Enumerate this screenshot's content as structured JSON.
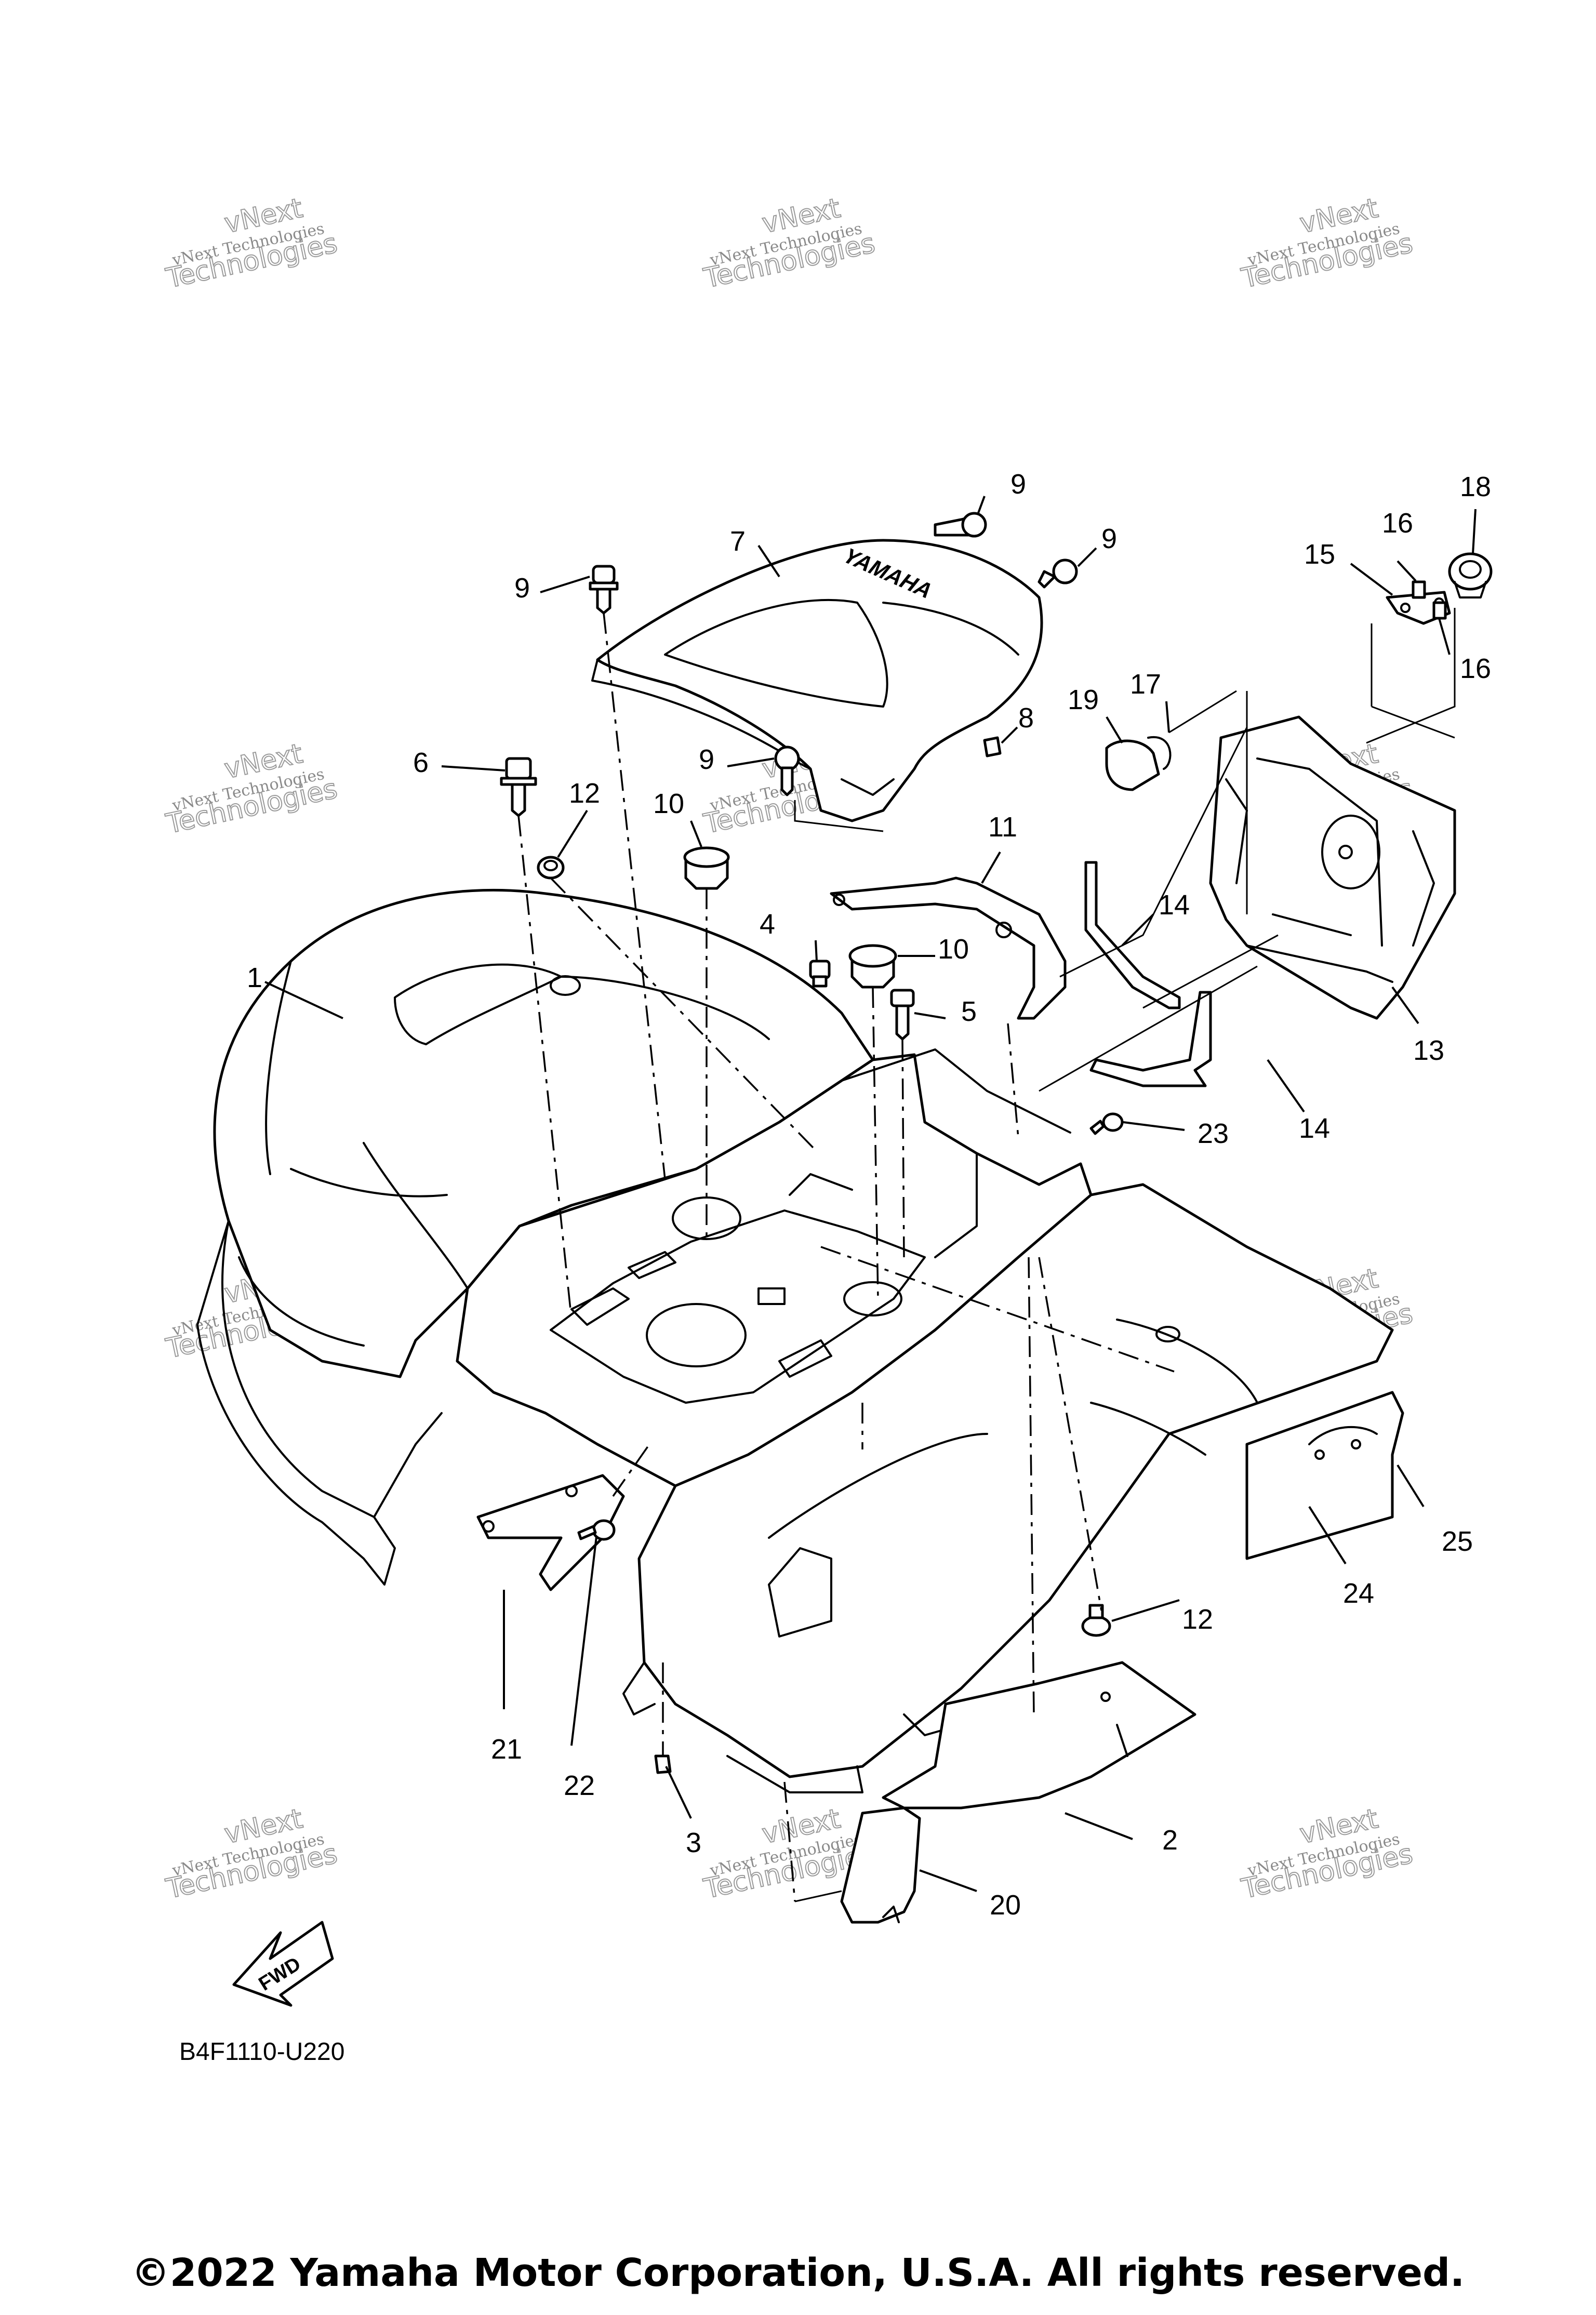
{
  "diagram": {
    "callouts": [
      {
        "id": "1",
        "text": "1"
      },
      {
        "id": "2",
        "text": "2"
      },
      {
        "id": "3",
        "text": "3"
      },
      {
        "id": "4",
        "text": "4"
      },
      {
        "id": "5",
        "text": "5"
      },
      {
        "id": "6",
        "text": "6"
      },
      {
        "id": "7",
        "text": "7"
      },
      {
        "id": "8",
        "text": "8"
      },
      {
        "id": "9a",
        "text": "9"
      },
      {
        "id": "9b",
        "text": "9"
      },
      {
        "id": "9c",
        "text": "9"
      },
      {
        "id": "9d",
        "text": "9"
      },
      {
        "id": "10a",
        "text": "10"
      },
      {
        "id": "10b",
        "text": "10"
      },
      {
        "id": "11",
        "text": "11"
      },
      {
        "id": "12a",
        "text": "12"
      },
      {
        "id": "12b",
        "text": "12"
      },
      {
        "id": "13",
        "text": "13"
      },
      {
        "id": "14a",
        "text": "14"
      },
      {
        "id": "14b",
        "text": "14"
      },
      {
        "id": "15",
        "text": "15"
      },
      {
        "id": "16a",
        "text": "16"
      },
      {
        "id": "16b",
        "text": "16"
      },
      {
        "id": "17",
        "text": "17"
      },
      {
        "id": "18",
        "text": "18"
      },
      {
        "id": "19",
        "text": "19"
      },
      {
        "id": "20",
        "text": "20"
      },
      {
        "id": "21",
        "text": "21"
      },
      {
        "id": "22",
        "text": "22"
      },
      {
        "id": "23",
        "text": "23"
      },
      {
        "id": "24",
        "text": "24"
      },
      {
        "id": "25",
        "text": "25"
      }
    ],
    "fwd_label": "FWD",
    "cover_logo": "YAMAHA",
    "diagram_code": "B4F1110-U220",
    "watermark_line1": "vNext Technologies",
    "watermark_line2": "Technologies",
    "watermark_line3": "vNext",
    "copyright": "©2022 Yamaha Motor Corporation, U.S.A. All rights reserved."
  }
}
